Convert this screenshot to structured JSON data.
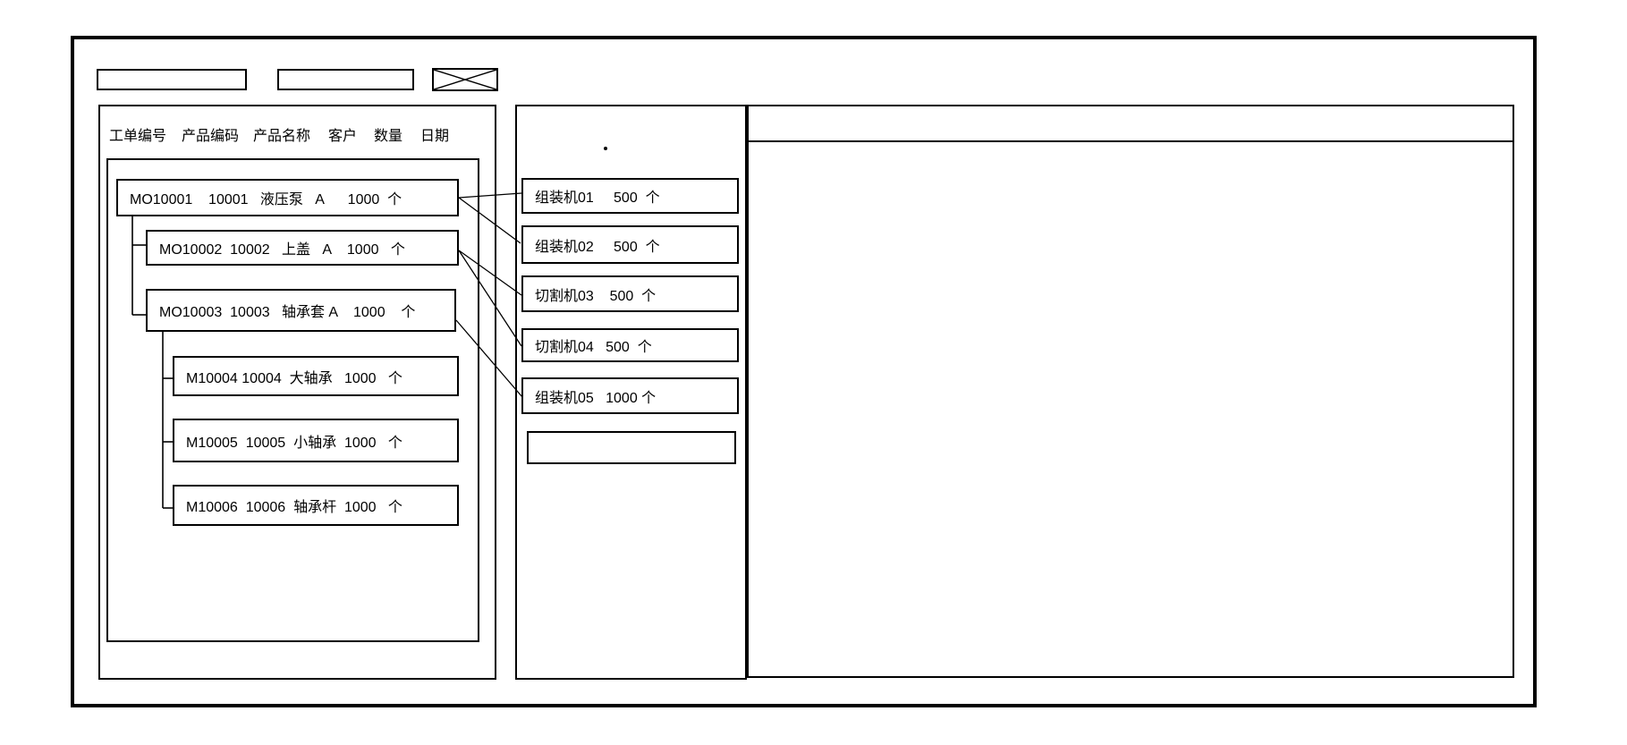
{
  "colors": {
    "stroke": "#000000",
    "background": "#ffffff"
  },
  "topbar": {
    "input1_value": "",
    "input2_value": ""
  },
  "left_panel": {
    "columns": [
      "工单编号",
      "产品编码",
      "产品名称",
      "客户",
      "数量",
      "日期"
    ],
    "orders": [
      {
        "id": "MO10001",
        "code": "10001",
        "name": "液压泵",
        "customer": "A",
        "qty": "1000",
        "unit": "个",
        "text": "MO10001    10001   液压泵   A      1000  个"
      },
      {
        "id": "MO10002",
        "code": "10002",
        "name": "上盖",
        "customer": "A",
        "qty": "1000",
        "unit": "个",
        "text": "MO10002  10002   上盖   A    1000   个"
      },
      {
        "id": "MO10003",
        "code": "10003",
        "name": "轴承套",
        "customer": "A",
        "qty": "1000",
        "unit": "个",
        "text": "MO10003  10003   轴承套 A    1000    个"
      },
      {
        "id": "M10004",
        "code": "10004",
        "name": "大轴承",
        "customer": "",
        "qty": "1000",
        "unit": "个",
        "text": "M10004 10004  大轴承   1000   个"
      },
      {
        "id": "M10005",
        "code": "10005",
        "name": "小轴承",
        "customer": "",
        "qty": "1000",
        "unit": "个",
        "text": "M10005  10005  小轴承  1000   个"
      },
      {
        "id": "M10006",
        "code": "10006",
        "name": "轴承杆",
        "customer": "",
        "qty": "1000",
        "unit": "个",
        "text": "M10006  10006  轴承杆  1000   个"
      }
    ]
  },
  "middle_panel": {
    "mark": ".",
    "machines": [
      {
        "name": "组装机01",
        "qty": "500",
        "unit": "个",
        "text": "组装机01     500  个"
      },
      {
        "name": "组装机02",
        "qty": "500",
        "unit": "个",
        "text": "组装机02     500  个"
      },
      {
        "name": "切割机03",
        "qty": "500",
        "unit": "个",
        "text": "切割机03    500  个"
      },
      {
        "name": "切割机04",
        "qty": "500",
        "unit": "个",
        "text": "切割机04   500  个"
      },
      {
        "name": "组装机05",
        "qty": "1000",
        "unit": "个",
        "text": "组装机05   1000 个"
      },
      {
        "name": "",
        "qty": "",
        "unit": "",
        "text": ""
      }
    ]
  },
  "links": [
    {
      "from": "MO10001",
      "to": "组装机01"
    },
    {
      "from": "MO10001",
      "to": "组装机02"
    },
    {
      "from": "MO10002",
      "to": "切割机03"
    },
    {
      "from": "MO10002",
      "to": "切割机04"
    },
    {
      "from": "MO10003",
      "to": "组装机05"
    }
  ]
}
